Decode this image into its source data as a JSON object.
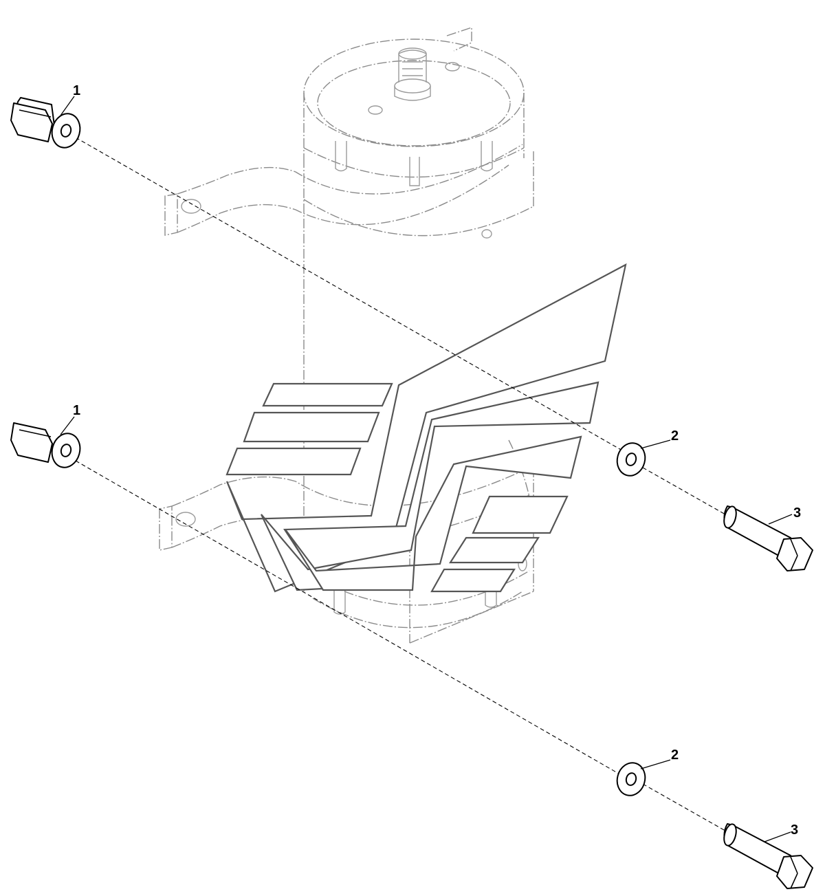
{
  "callouts": [
    {
      "id": "c1a",
      "label": "1"
    },
    {
      "id": "c1b",
      "label": "1"
    },
    {
      "id": "c2a",
      "label": "2"
    },
    {
      "id": "c2b",
      "label": "2"
    },
    {
      "id": "c3a",
      "label": "3"
    },
    {
      "id": "c3b",
      "label": "3"
    }
  ],
  "parts": {
    "1": "spacer",
    "2": "washer",
    "3": "hex-bolt"
  }
}
